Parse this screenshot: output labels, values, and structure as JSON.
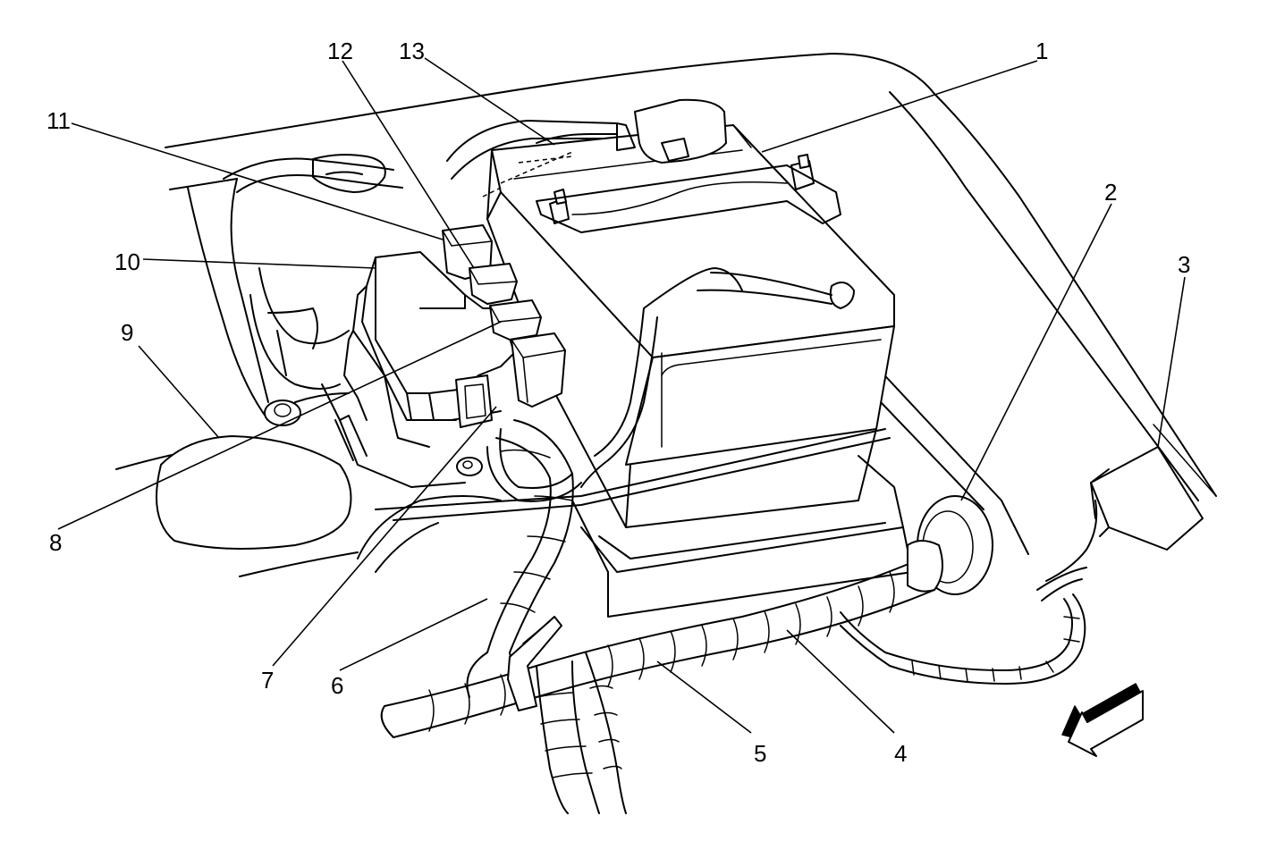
{
  "callouts": [
    {
      "id": "1",
      "text": "1"
    },
    {
      "id": "2",
      "text": "2"
    },
    {
      "id": "3",
      "text": "3"
    },
    {
      "id": "4",
      "text": "4"
    },
    {
      "id": "5",
      "text": "5"
    },
    {
      "id": "6",
      "text": "6"
    },
    {
      "id": "7",
      "text": "7"
    },
    {
      "id": "8",
      "text": "8"
    },
    {
      "id": "9",
      "text": "9"
    },
    {
      "id": "10",
      "text": "10"
    },
    {
      "id": "11",
      "text": "11"
    },
    {
      "id": "12",
      "text": "12"
    },
    {
      "id": "13",
      "text": "13"
    }
  ],
  "icons": {
    "direction_arrow": "forward-arrow-icon"
  }
}
